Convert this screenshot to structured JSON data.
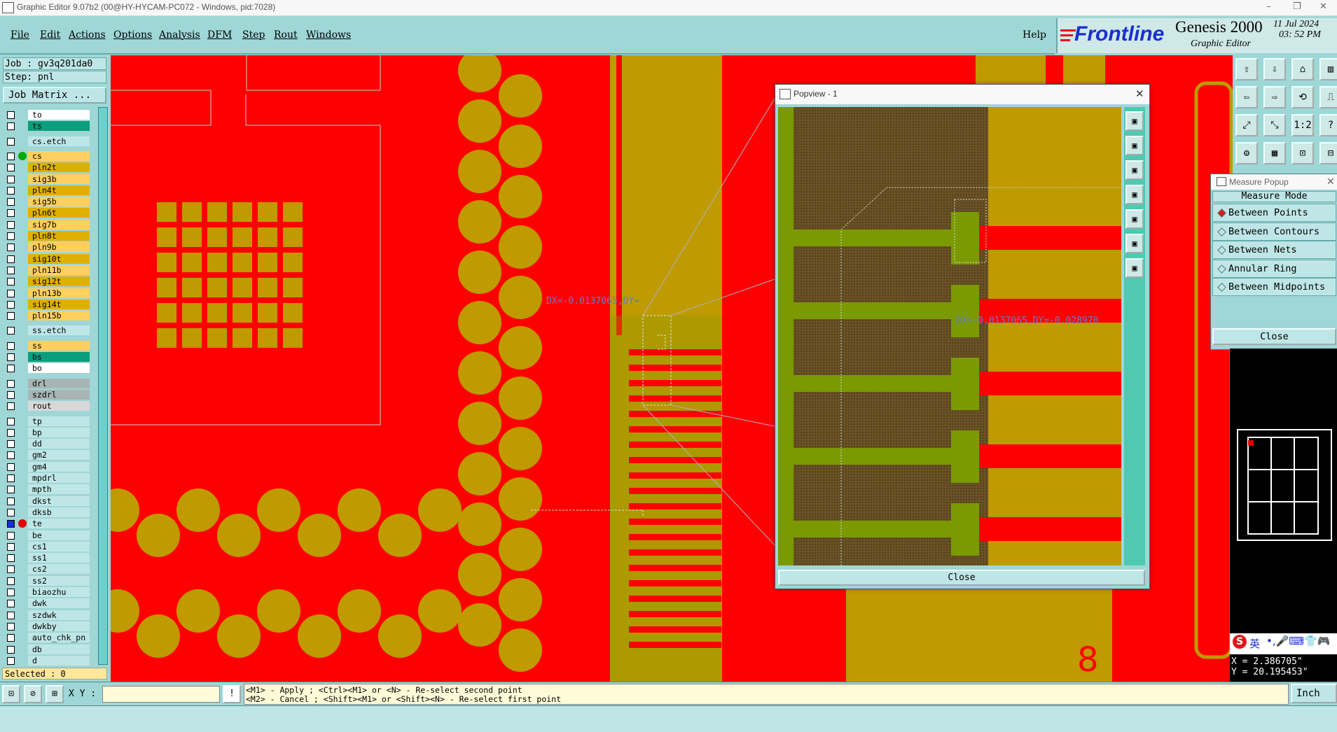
{
  "window": {
    "title": "Graphic Editor 9.07b2 (00@HY-HYCAM-PC072 - Windows, pid:7028)",
    "minimize": "–",
    "maximize": "❐",
    "close": "✕"
  },
  "menu": {
    "items": [
      "File",
      "Edit",
      "Actions",
      "Options",
      "Analysis",
      "DFM",
      "Step",
      "Rout",
      "Windows"
    ],
    "help": "Help"
  },
  "brand": {
    "logo_text": "Frontline",
    "product": "Genesis 2000",
    "subtitle": "Graphic Editor",
    "date": "11 Jul 2024",
    "time": "03: 52  PM",
    "logo_color": "#1a2fd0",
    "accent_color": "#e0171a"
  },
  "left": {
    "job": "Job :  gv3q201da0",
    "step": "Step: pnl",
    "job_matrix": "Job Matrix ...",
    "layers": [
      {
        "name": "to",
        "color": "#ffffff"
      },
      {
        "name": "ts",
        "color": "#0a9e7c"
      },
      {
        "name": "cs.etch",
        "color": "#bfe6e6",
        "gap": true
      },
      {
        "name": "cs",
        "color": "#ffcf60",
        "dot": "#0a0",
        "gap": true
      },
      {
        "name": "pln2t",
        "color": "#e0b000"
      },
      {
        "name": "sig3b",
        "color": "#ffcf60"
      },
      {
        "name": "pln4t",
        "color": "#e0b000"
      },
      {
        "name": "sig5b",
        "color": "#ffcf60"
      },
      {
        "name": "pln6t",
        "color": "#e0b000"
      },
      {
        "name": "sig7b",
        "color": "#ffcf60"
      },
      {
        "name": "pln8t",
        "color": "#e0b000"
      },
      {
        "name": "pln9b",
        "color": "#ffcf60"
      },
      {
        "name": "sig10t",
        "color": "#e0b000"
      },
      {
        "name": "pln11b",
        "color": "#ffcf60"
      },
      {
        "name": "sig12t",
        "color": "#e0b000"
      },
      {
        "name": "pln13b",
        "color": "#ffcf60"
      },
      {
        "name": "sig14t",
        "color": "#e0b000"
      },
      {
        "name": "pln15b",
        "color": "#ffcf60"
      },
      {
        "name": "ss.etch",
        "color": "#bfe6e6",
        "gap": true
      },
      {
        "name": "ss",
        "color": "#ffcf60",
        "gap": true
      },
      {
        "name": "bs",
        "color": "#0a9e7c"
      },
      {
        "name": "bo",
        "color": "#ffffff"
      },
      {
        "name": "drl",
        "color": "#a9b4b4",
        "gap": true
      },
      {
        "name": "szdrl",
        "color": "#a9b4b4"
      },
      {
        "name": "rout",
        "color": "#d8d8d8"
      },
      {
        "name": "tp",
        "color": "#bfe6e6",
        "gap": true
      },
      {
        "name": "bp",
        "color": "#bfe6e6"
      },
      {
        "name": "dd",
        "color": "#bfe6e6"
      },
      {
        "name": "gm2",
        "color": "#bfe6e6"
      },
      {
        "name": "gm4",
        "color": "#bfe6e6"
      },
      {
        "name": "mpdrl",
        "color": "#bfe6e6"
      },
      {
        "name": "mpth",
        "color": "#bfe6e6"
      },
      {
        "name": "dkst",
        "color": "#bfe6e6"
      },
      {
        "name": "dksb",
        "color": "#bfe6e6"
      },
      {
        "name": "te",
        "color": "#bfe6e6",
        "dot": "#e00000",
        "active": true
      },
      {
        "name": "be",
        "color": "#bfe6e6"
      },
      {
        "name": "cs1",
        "color": "#bfe6e6"
      },
      {
        "name": "ss1",
        "color": "#bfe6e6"
      },
      {
        "name": "cs2",
        "color": "#bfe6e6"
      },
      {
        "name": "ss2",
        "color": "#bfe6e6"
      },
      {
        "name": "biaozhu",
        "color": "#bfe6e6"
      },
      {
        "name": "dwk",
        "color": "#bfe6e6"
      },
      {
        "name": "szdwk",
        "color": "#bfe6e6"
      },
      {
        "name": "dwkby",
        "color": "#bfe6e6"
      },
      {
        "name": "auto_chk_pn",
        "color": "#bfe6e6"
      },
      {
        "name": "db",
        "color": "#bfe6e6"
      },
      {
        "name": "d",
        "color": "#bfe6e6"
      }
    ],
    "selected": "Selected : 0"
  },
  "canvas": {
    "measure_label_main": "DX=-0.0137065,DY=",
    "copper_color": "#bf9a00",
    "board_color": "#ff0000"
  },
  "popview": {
    "title": "Popview - 1",
    "measure_label": "DX=-0.0137065,DY=-0.028970",
    "close": "Close"
  },
  "measure": {
    "title": "Measure Popup",
    "mode_title": "Measure Mode",
    "options": [
      "Between Points",
      "Between Contours",
      "Between Nets",
      "Annular Ring",
      "Between Midpoints"
    ],
    "close": "Close"
  },
  "right_tools": {
    "labels": [
      "",
      "",
      "",
      "",
      "",
      "",
      "",
      "",
      "",
      "",
      "1:2",
      "?",
      "",
      "",
      "",
      ""
    ]
  },
  "ime": {
    "label": "英"
  },
  "coords": {
    "x": "X =  2.386705\"",
    "y": "Y = 20.195453\""
  },
  "status": {
    "xy_label": "X Y :",
    "xy_value": "",
    "line1": "<M1> - Apply  ; <Ctrl><M1> or <N> - Re-select second point",
    "line2": "<M2> - Cancel ; <Shift><M1> or <Shift><N> - Re-select first point",
    "units": "Inch"
  }
}
